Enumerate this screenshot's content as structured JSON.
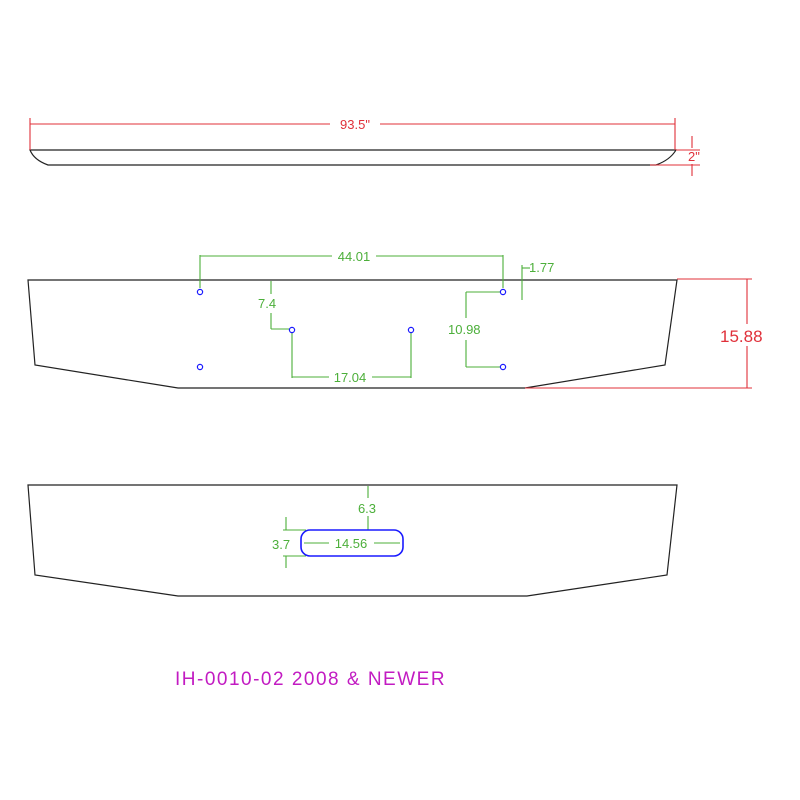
{
  "top_view": {
    "length_label": "93.5\"",
    "depth_label": "2\""
  },
  "front_view": {
    "height_label": "15.88",
    "outer_hole_spacing_label": "44.01",
    "edge_offset_label": "1.77",
    "inner_hole_drop_label": "7.4",
    "inner_hole_spacing_label": "17.04",
    "vertical_hole_spacing_label": "10.98"
  },
  "rear_view": {
    "slot_offset_label": "6.3",
    "slot_width_label": "14.56",
    "slot_height_label": "3.7"
  },
  "part_label": "IH-0010-02 2008 & NEWER",
  "colors": {
    "outline": "#222222",
    "overall_dimensions": "#e0303a",
    "hole_dimensions": "#4caf3a",
    "holes": "#1a1aff",
    "part_label": "#c21bc2"
  }
}
